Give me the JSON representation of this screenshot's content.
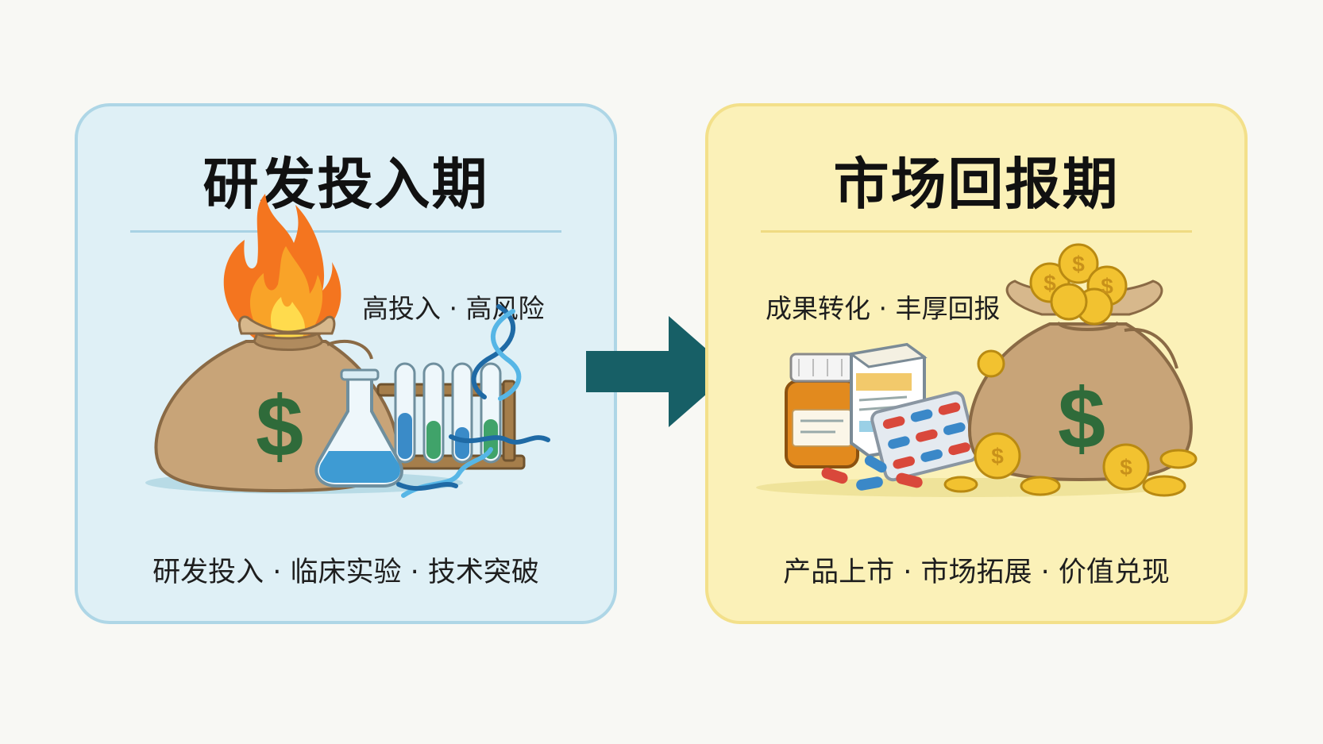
{
  "left_panel": {
    "title": "研发投入期",
    "tag": "高投入 · 高风险",
    "caption": "研发投入 · 临床实验 · 技术突破"
  },
  "right_panel": {
    "title": "市场回报期",
    "tag": "成果转化 · 丰厚回报",
    "caption": "产品上市 · 市场拓展 · 价值兑现"
  },
  "icons": {
    "left": [
      "money-bag-icon",
      "flame-icon",
      "flask-icon",
      "test-tube-rack-icon",
      "dna-icon"
    ],
    "middle": [
      "arrow-right-icon"
    ],
    "right": [
      "medicine-bottle-icon",
      "medicine-box-icon",
      "blister-pack-icon",
      "pill-icon",
      "money-bag-icon",
      "gold-coin-icon"
    ]
  },
  "colors": {
    "left_bg": "#dff0f6",
    "left_border": "#aed6e6",
    "right_bg": "#fbf1b8",
    "right_border": "#f3e08a",
    "arrow": "#175f66",
    "dollar": "#2f6b3a",
    "bag": "#c8a478",
    "gold": "#f2c230"
  }
}
